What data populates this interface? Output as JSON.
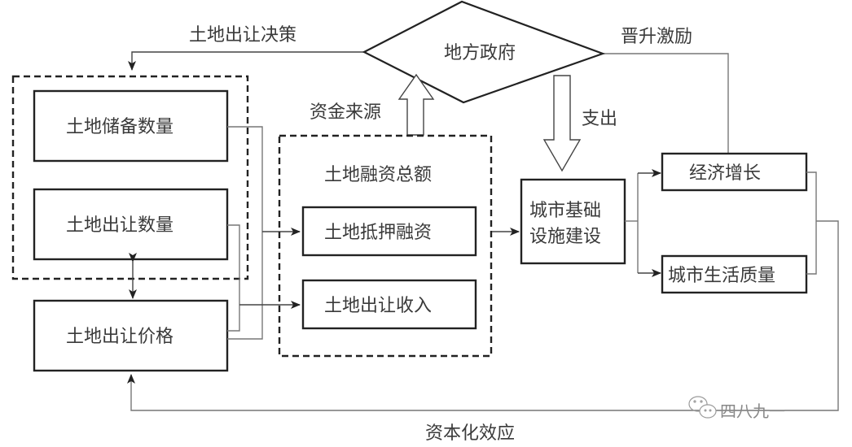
{
  "diagram": {
    "government": "地方政府",
    "edge_labels": {
      "land_decision": "土地出让决策",
      "promotion_incentive": "晋升激励",
      "funding_source": "资金来源",
      "expenditure": "支出",
      "capitalization_effect": "资本化效应"
    },
    "left_group": {
      "reserve_quantity": "土地储备数量",
      "transfer_quantity": "土地出让数量",
      "transfer_price": "土地出让价格"
    },
    "financing_group": {
      "title": "土地融资总额",
      "mortgage_financing": "土地抵押融资",
      "transfer_income": "土地出让收入"
    },
    "infrastructure": {
      "line1": "城市基础",
      "line2": "设施建设"
    },
    "outcomes": {
      "economic_growth": "经济增长",
      "urban_quality": "城市生活质量"
    },
    "watermark": "四八九一"
  }
}
